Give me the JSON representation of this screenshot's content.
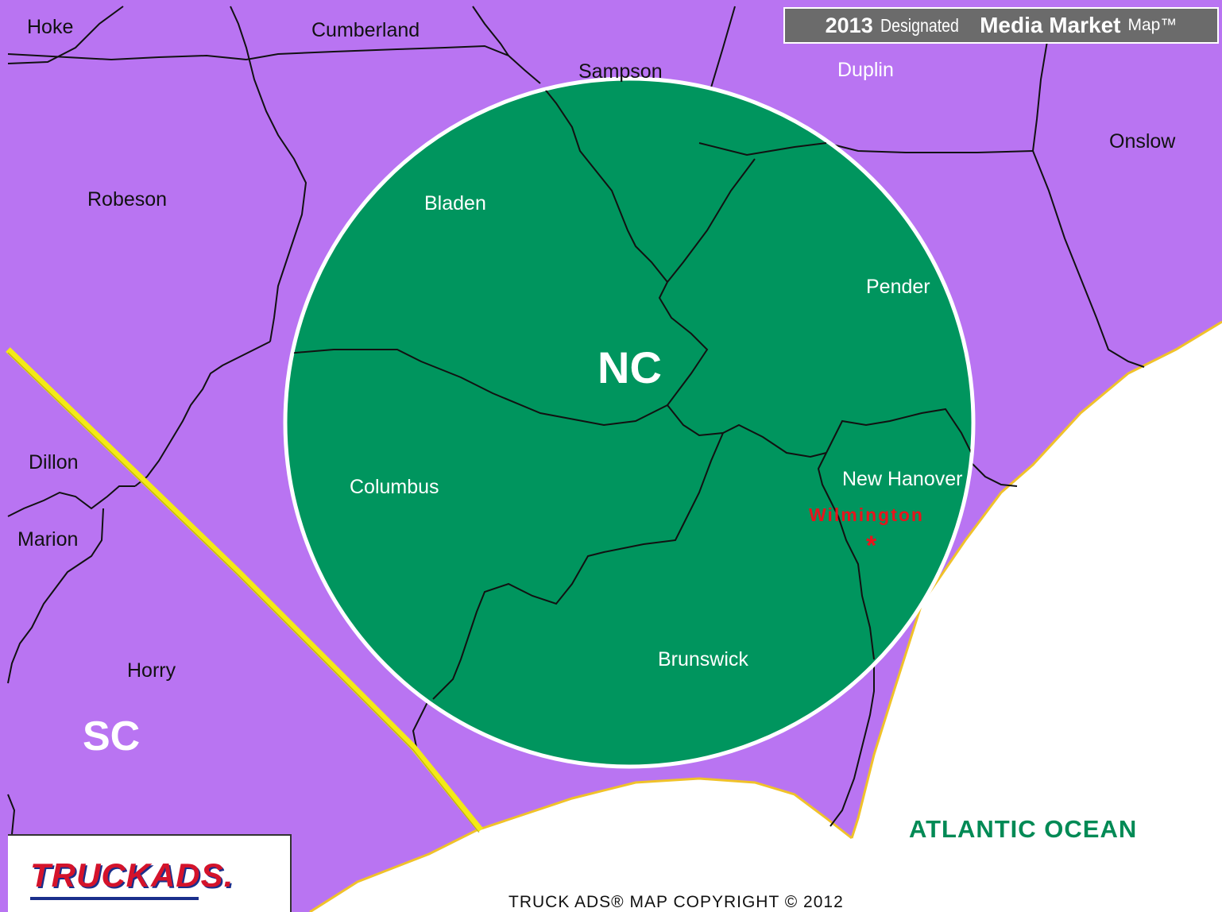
{
  "title": {
    "year": "2013",
    "designated": "Designated",
    "media_market": "Media Market",
    "map": "Map™"
  },
  "states": {
    "nc": "NC",
    "sc": "SC"
  },
  "counties": {
    "hoke": "Hoke",
    "cumberland": "Cumberland",
    "sampson": "Sampson",
    "duplin": "Duplin",
    "onslow": "Onslow",
    "robeson": "Robeson",
    "bladen": "Bladen",
    "pender": "Pender",
    "dillon": "Dillon",
    "columbus": "Columbus",
    "new_hanover": "New Hanover",
    "marion": "Marion",
    "horry": "Horry",
    "brunswick": "Brunswick"
  },
  "city": {
    "name": "Wilmington",
    "marker": "*"
  },
  "ocean": "ATLANTIC OCEAN",
  "logo": {
    "text": "TRUCKADS."
  },
  "copyright": "TRUCK ADS® MAP COPYRIGHT © 2012",
  "colors": {
    "land": "#b974f2",
    "market": "#00955e",
    "ocean_label": "#008a55",
    "state_line": "#f4ea16",
    "city": "#e8141c",
    "coast": "#f0c22a"
  }
}
